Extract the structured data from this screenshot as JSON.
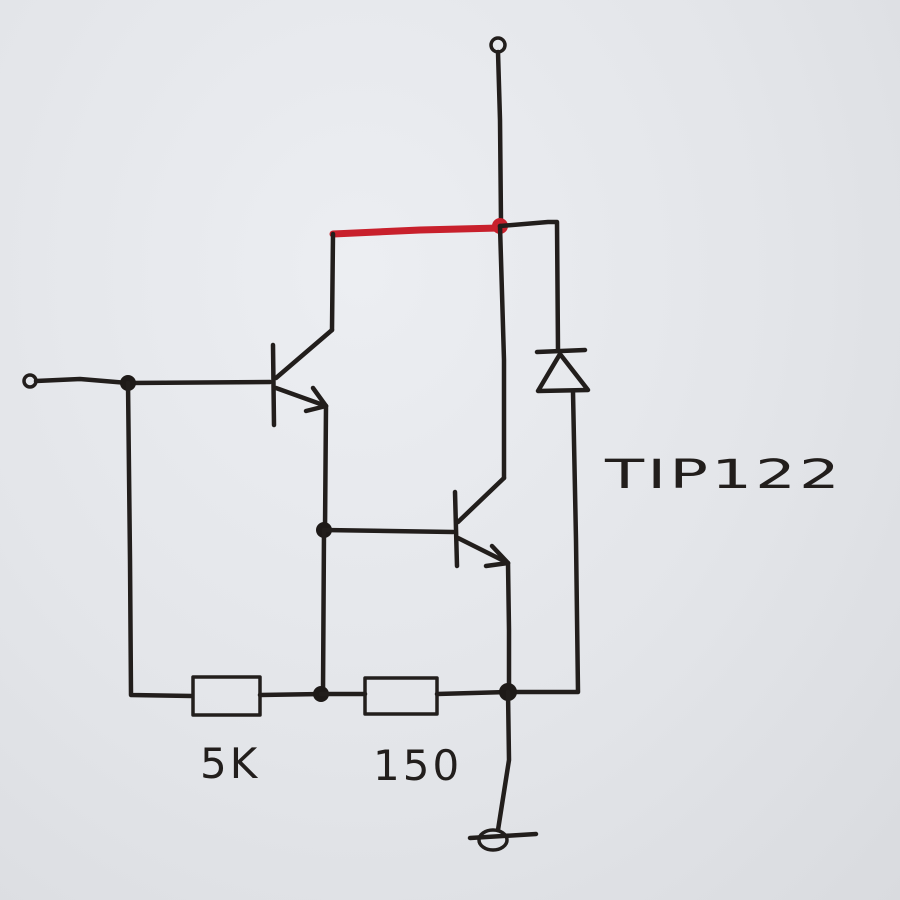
{
  "diagram": {
    "part_number": "TIP122",
    "resistors": [
      {
        "value": "5K"
      },
      {
        "value": "150"
      }
    ]
  },
  "colors": {
    "ink": "#221e1c",
    "highlight": "#c8202c",
    "paper": "#e4e6ea"
  }
}
